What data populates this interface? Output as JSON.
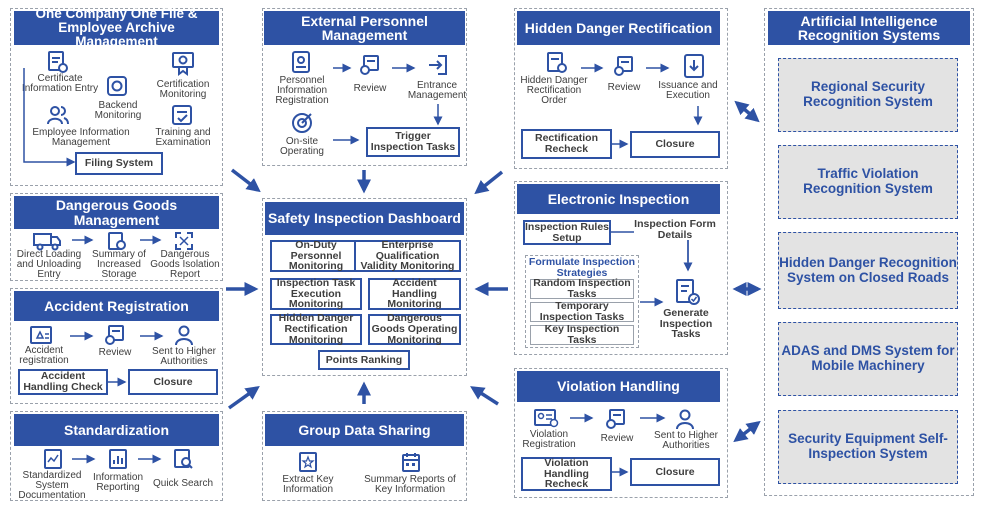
{
  "archive": {
    "title": "One Company One File & Employee Archive Management",
    "items": {
      "certificate": "Certificate Information Entry",
      "backend": "Backend Monitoring",
      "certification": "Certification Monitoring",
      "employee": "Employee Information Management",
      "training": "Training and Examination"
    },
    "filing_system": "Filing System"
  },
  "external": {
    "title": "External Personnel Management",
    "items": {
      "registration": "Personnel Information Registration",
      "review": "Review",
      "entrance": "Entrance Management",
      "onsite": "On-site Operating"
    },
    "trigger": "Trigger Inspection Tasks"
  },
  "hidden_danger": {
    "title": "Hidden Danger Rectification",
    "items": {
      "order": "Hidden Danger Rectification Order",
      "review": "Review",
      "issuance": "Issuance and Execution"
    },
    "recheck": "Rectification Recheck",
    "closure": "Closure"
  },
  "ai": {
    "title": "Artificial Intelligence Recognition Systems",
    "systems": [
      "Regional Security Recognition System",
      "Traffic Violation Recognition System",
      "Hidden Danger Recognition System on Closed Roads",
      "ADAS and DMS System for Mobile Machinery",
      "Security Equipment Self-Inspection System"
    ]
  },
  "dangerous_goods": {
    "title": "Dangerous Goods Management",
    "items": {
      "direct": "Direct Loading and Unloading Entry",
      "summary": "Summary of Increased Storage",
      "isolation": "Dangerous Goods Isolation Report"
    }
  },
  "accident": {
    "title": "Accident Registration",
    "items": {
      "registration": "Accident registration",
      "review": "Review",
      "sent": "Sent to Higher Authorities"
    },
    "handling_check": "Accident Handling Check",
    "closure": "Closure"
  },
  "standardization": {
    "title": "Standardization",
    "items": {
      "documentation": "Standardized System Documentation",
      "reporting": "Information Reporting",
      "search": "Quick Search"
    }
  },
  "dashboard": {
    "title": "Safety Inspection Dashboard",
    "cells": [
      "On-Duty Personnel Monitoring",
      "Enterprise Qualification Validity Monitoring",
      "Inspection Task Execution Monitoring",
      "Accident Handling Monitoring",
      "Hidden Danger Rectification Monitoring",
      "Dangerous Goods Operating Monitoring"
    ],
    "points": "Points Ranking"
  },
  "group_sharing": {
    "title": "Group Data Sharing",
    "items": {
      "extract": "Extract Key Information",
      "summary": "Summary Reports of Key Information"
    }
  },
  "electronic": {
    "title": "Electronic Inspection",
    "rules": "Inspection Rules Setup",
    "form_details": "Inspection Form Details",
    "strategies": "Formulate Inspection Strategies",
    "strategy_items": [
      "Random Inspection Tasks",
      "Temporary Inspection Tasks",
      "Key Inspection Tasks"
    ],
    "generate": "Generate Inspection Tasks"
  },
  "violation": {
    "title": "Violation Handling",
    "items": {
      "registration": "Violation Registration",
      "review": "Review",
      "sent": "Sent to Higher Authorities"
    },
    "recheck": "Violation Handling Recheck",
    "closure": "Closure"
  },
  "colors": {
    "primary": "#2e52a4",
    "panel_border": "#9aa1ab",
    "ai_fill": "#e3e3e3"
  }
}
